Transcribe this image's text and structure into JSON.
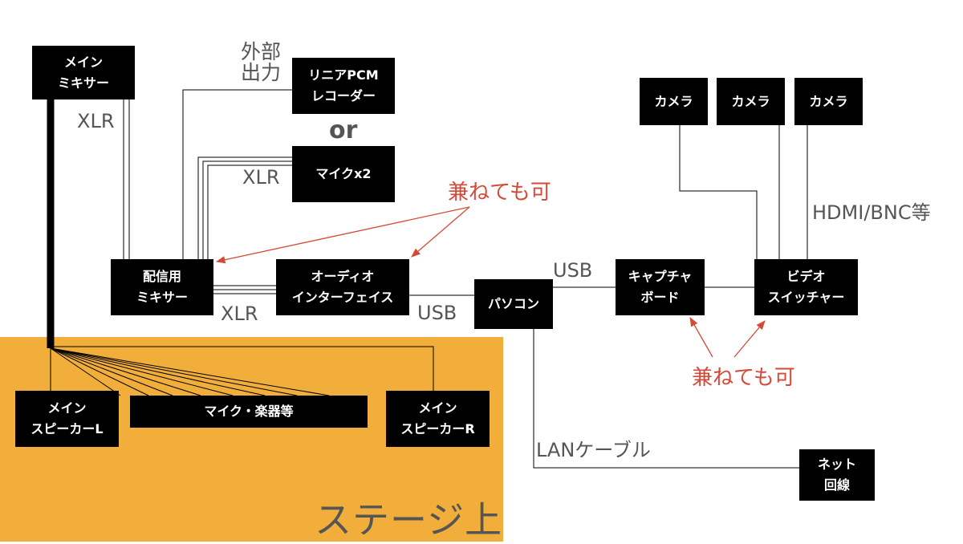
{
  "stage": {
    "label": "ステージ上",
    "color": "#f2ae3b"
  },
  "boxes": {
    "main_mixer": [
      "メイン",
      "ミキサー"
    ],
    "pcm_recorder": [
      "リニアPCM",
      "レコーダー"
    ],
    "mic_x2": [
      "マイクx2"
    ],
    "stream_mixer": [
      "配信用",
      "ミキサー"
    ],
    "audio_interface": [
      "オーディオ",
      "インターフェイス"
    ],
    "pc": [
      "パソコン"
    ],
    "capture_board": [
      "キャプチャ",
      "ボード"
    ],
    "video_switcher": [
      "ビデオ",
      "スイッチャー"
    ],
    "camera_1": [
      "カメラ"
    ],
    "camera_2": [
      "カメラ"
    ],
    "camera_3": [
      "カメラ"
    ],
    "speaker_l": [
      "メイン",
      "スピーカーL"
    ],
    "speaker_r": [
      "メイン",
      "スピーカーR"
    ],
    "mics_instruments": [
      "マイク・楽器等"
    ],
    "network": [
      "ネット",
      "回線"
    ]
  },
  "labels": {
    "external_out": [
      "外部",
      "出力"
    ],
    "or": "or",
    "xlr_main": "XLR",
    "xlr_mic": "XLR",
    "xlr_interface": "XLR",
    "usb_pc": "USB",
    "usb_capture": "USB",
    "hdmi": "HDMI/BNC等",
    "lan": "LANケーブル"
  },
  "notes": {
    "combined_top": "兼ねても可",
    "combined_bottom": "兼ねても可"
  },
  "colors": {
    "note": "#d44a38",
    "label": "#555555",
    "box": "#000000"
  }
}
